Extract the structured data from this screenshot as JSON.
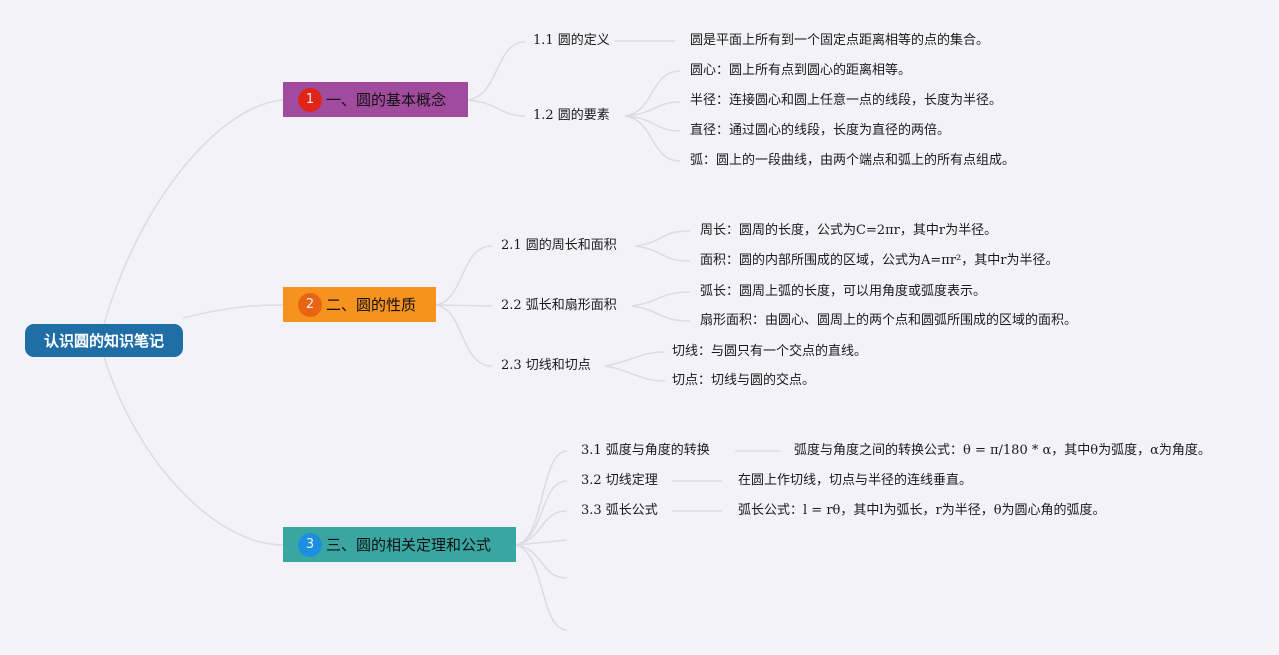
{
  "root": "认识圆的知识笔记",
  "branches": [
    {
      "number": "1",
      "title": "一、圆的基本概念",
      "color": "#a14b9f",
      "subs": [
        {
          "title": "1.1 圆的定义",
          "leaves": [
            "圆是平面上所有到一个固定点距离相等的点的集合。"
          ]
        },
        {
          "title": "1.2 圆的要素",
          "leaves": [
            "圆心：圆上所有点到圆心的距离相等。",
            "半径：连接圆心和圆上任意一点的线段，长度为半径。",
            "直径：通过圆心的线段，长度为直径的两倍。",
            "弧：圆上的一段曲线，由两个端点和弧上的所有点组成。"
          ]
        }
      ]
    },
    {
      "number": "2",
      "title": "二、圆的性质",
      "color": "#f6921e",
      "subs": [
        {
          "title": "2.1 圆的周长和面积",
          "leaves": [
            "周长：圆周的长度，公式为C=2πr，其中r为半径。",
            "面积：圆的内部所围成的区域，公式为A=πr²，其中r为半径。"
          ]
        },
        {
          "title": "2.2 弧长和扇形面积",
          "leaves": [
            "弧长：圆周上弧的长度，可以用角度或弧度表示。",
            "扇形面积：由圆心、圆周上的两个点和圆弧所围成的区域的面积。"
          ]
        },
        {
          "title": "2.3 切线和切点",
          "leaves": [
            "切线：与圆只有一个交点的直线。",
            "切点：切线与圆的交点。"
          ]
        }
      ]
    },
    {
      "number": "3",
      "title": "三、圆的相关定理和公式",
      "color": "#3aa6a2",
      "subs": [
        {
          "title": "3.1 弧度与角度的转换",
          "leaves": [
            "弧度与角度之间的转换公式：θ = π/180 * α，其中θ为弧度，α为角度。"
          ]
        },
        {
          "title": "3.2 切线定理",
          "leaves": [
            "在圆上作切线，切点与半径的连线垂直。"
          ]
        },
        {
          "title": "3.3 弧长公式",
          "leaves": [
            "弧长公式：l = rθ，其中l为弧长，r为半径，θ为圆心角的弧度。"
          ]
        }
      ]
    }
  ]
}
